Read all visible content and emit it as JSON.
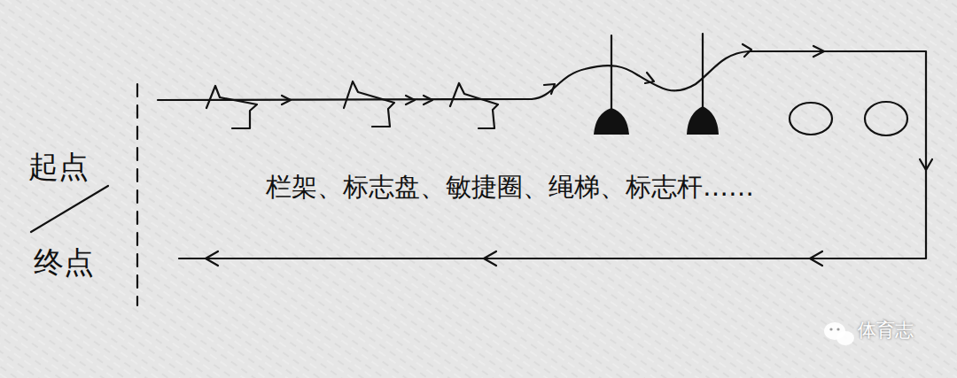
{
  "diagram": {
    "labels": [
      "起点",
      "终点",
      "栏架、标志盘、敏捷圈、绳梯、标志杆……",
      "体育志"
    ]
  }
}
